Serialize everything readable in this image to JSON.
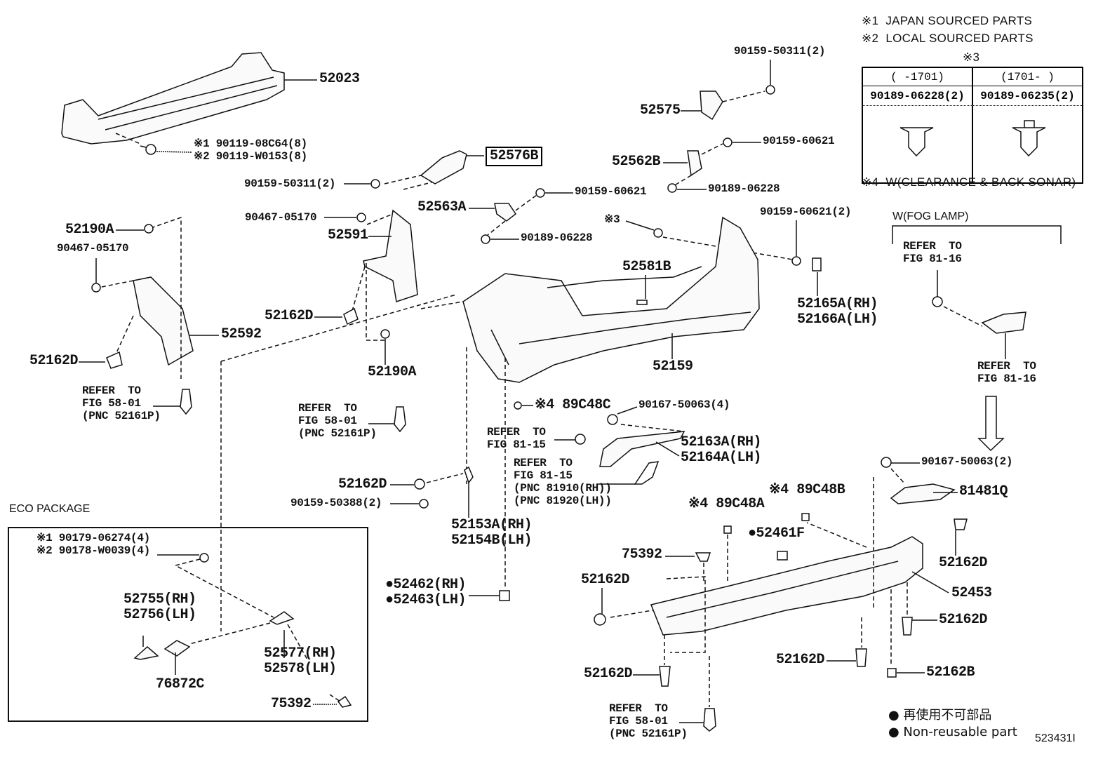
{
  "legend": {
    "note1": "※1  JAPAN SOURCED PARTS",
    "note2": "※2  LOCAL SOURCED PARTS",
    "note3": "※3",
    "note4": "※4  W(CLEARANCE & BACK SONAR)",
    "table": {
      "col1_range": "(     -1701)",
      "col2_range": "(1701-     )",
      "col1_part": "90189-06228(2)",
      "col2_part": "90189-06235(2)"
    },
    "fog_lamp_title": "W(FOG LAMP)",
    "eco_package_title": "ECO PACKAGE",
    "nonreusable_jp": "● 再使用不可部品",
    "nonreusable_en": "● Non-reusable part",
    "figure_number": "523431I"
  },
  "labels": {
    "p52023": "52023",
    "bolt_beam": "※1 90119-08C64(8)\n※2 90119-W0153(8)",
    "p52576B": "52576B",
    "bolt_50311_left": "90159-50311(2)",
    "clip_05170_a": "90467-05170",
    "p52591": "52591",
    "p52563A": "52563A",
    "bolt_60621_mid": "90159-60621",
    "clip_06228_mid": "90189-06228",
    "p52190A_left": "52190A",
    "clip_05170_b": "90467-05170",
    "p52592": "52592",
    "p52162D_left": "52162D",
    "refer_5801_left": "REFER  TO\nFIG 58-01\n(PNC 52161P)",
    "p52162D_mid": "52162D",
    "p52190A_mid": "52190A",
    "refer_5801_mid": "REFER  TO\nFIG 58-01\n(PNC 52161P)",
    "bolt_50311_top": "90159-50311(2)",
    "p52575": "52575",
    "bolt_60621_top": "90159-60621",
    "p52562B": "52562B",
    "clip_06228_top": "90189-06228",
    "ref3": "※3",
    "bolt_60621_2": "90159-60621(2)",
    "p52581B": "52581B",
    "p52165A": "52165A(RH)\n52166A(LH)",
    "p52159": "52159",
    "refer_8116_a": "REFER  TO\nFIG 81-16",
    "refer_8116_b": "REFER  TO\nFIG 81-16",
    "p89C48C": "※4 89C48C",
    "bolt_50063_4": "90167-50063(4)",
    "refer_8115_a": "REFER  TO\nFIG 81-15",
    "p52163A": "52163A(RH)\n52164A(LH)",
    "refer_8115_b": "REFER  TO\nFIG 81-15\n(PNC 81910(RH))\n(PNC 81920(LH))",
    "p52162D_c": "52162D",
    "bolt_50388": "90159-50388(2)",
    "p52153A": "52153A(RH)\n52154B(LH)",
    "p52462": "●52462(RH)\n●52463(LH)",
    "bolt_50063_2": "90167-50063(2)",
    "p81481Q": "81481Q",
    "p89C48B": "※4 89C48B",
    "p89C48A": "※4 89C48A",
    "p52461F": "●52461F",
    "p75392_main": "75392",
    "p52162D_d": "52162D",
    "p52162D_e": "52162D",
    "p52453": "52453",
    "p52162D_f": "52162D",
    "p52162D_g": "52162D",
    "p52162D_h": "52162D",
    "p52162B": "52162B",
    "refer_5801_bottom": "REFER  TO\nFIG 58-01\n(PNC 52161P)",
    "eco_bolt": "※1 90179-06274(4)\n※2 90178-W0039(4)",
    "p52755": "52755(RH)\n52756(LH)",
    "p76872C": "76872C",
    "p52577": "52577(RH)\n52578(LH)",
    "p75392_eco": "75392"
  },
  "highlighted_part": "52576B",
  "colors": {
    "ink": "#111111",
    "background": "#ffffff"
  }
}
